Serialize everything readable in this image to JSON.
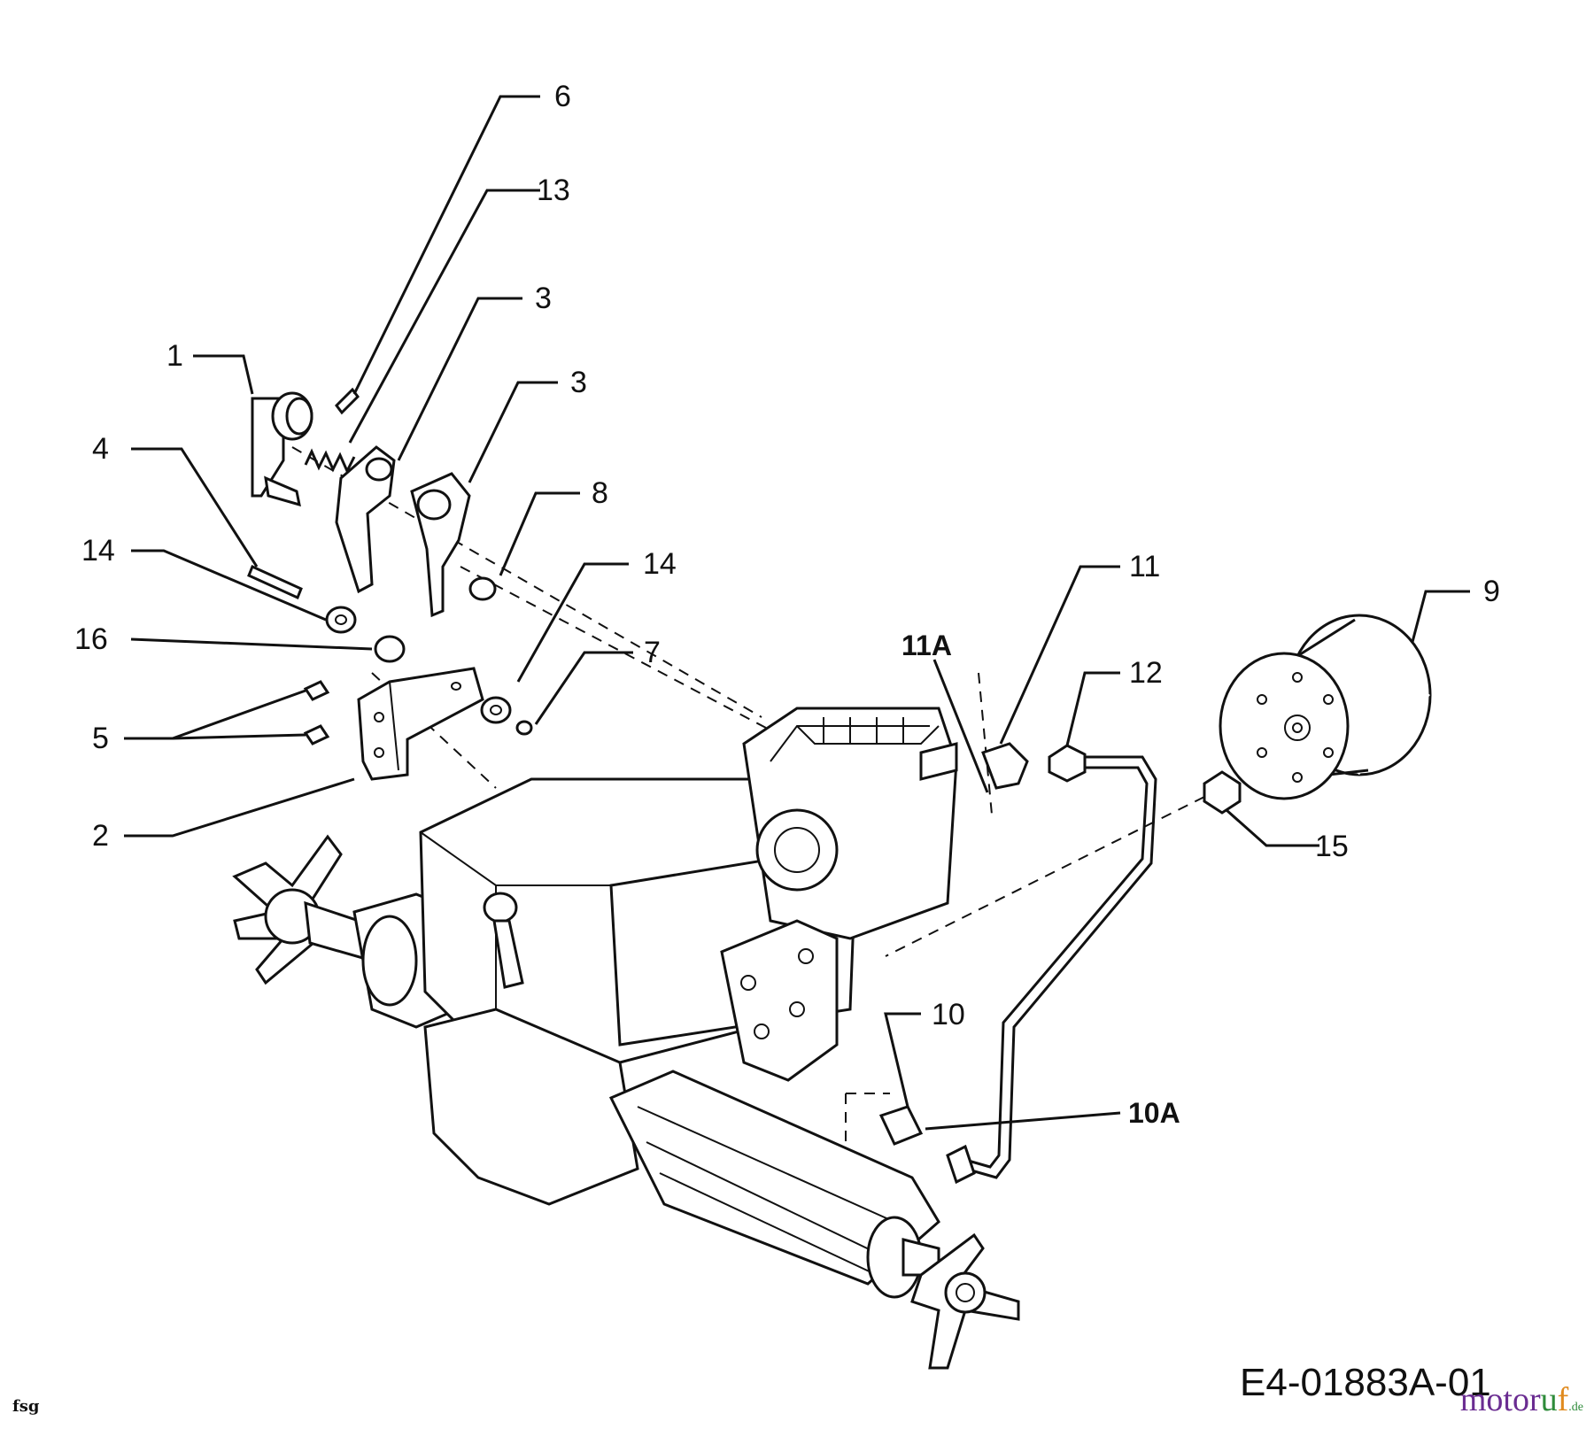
{
  "diagram": {
    "drawing_code": "E4-01883A-01",
    "corner_note": "fsg",
    "watermark": {
      "name": "motoruf",
      "tld": ".de",
      "colors": [
        "#6a2c91",
        "#2e8b3a",
        "#e08a1e"
      ]
    },
    "callouts": [
      "6",
      "13",
      "3",
      "3",
      "1",
      "8",
      "4",
      "14",
      "14",
      "16",
      "7",
      "5",
      "2",
      "11",
      "11A",
      "12",
      "9",
      "15",
      "10",
      "10A"
    ]
  }
}
